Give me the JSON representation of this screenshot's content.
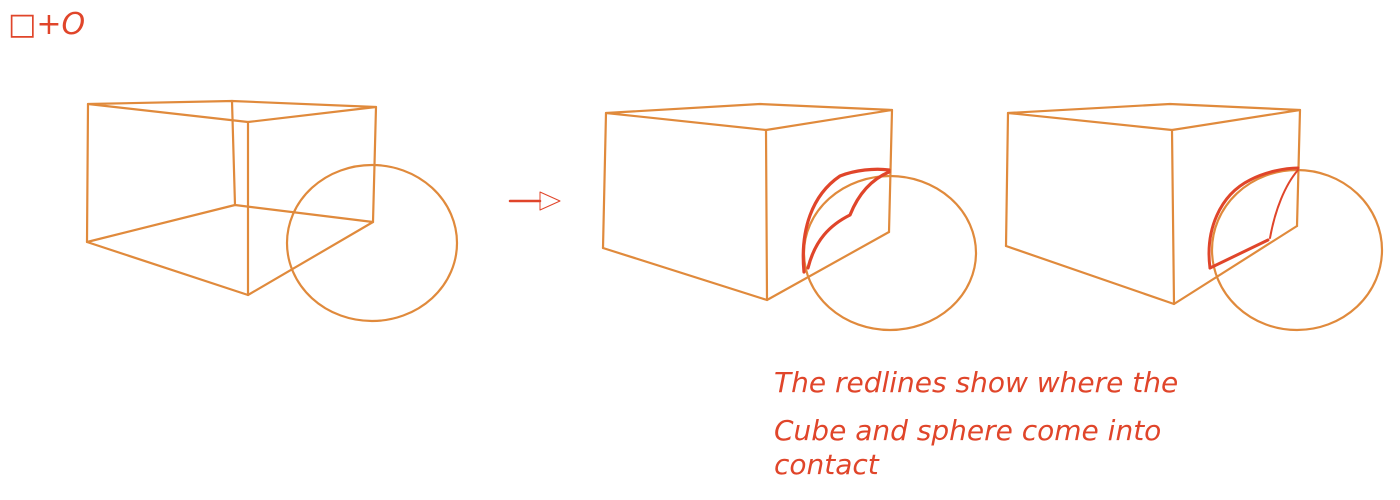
{
  "header": {
    "label": "□+O"
  },
  "annotation": {
    "lines": [
      "The redlines show where the",
      "Cube and sphere come into",
      "contact"
    ]
  },
  "colors": {
    "sketch": "#E08A3C",
    "contact": "#E0452A",
    "arrow": "#E0452A",
    "background": "#ffffff"
  },
  "panels": [
    {
      "name": "cube-behind-sphere"
    },
    {
      "name": "contact-along-front-face"
    },
    {
      "name": "contact-along-side-face"
    }
  ]
}
